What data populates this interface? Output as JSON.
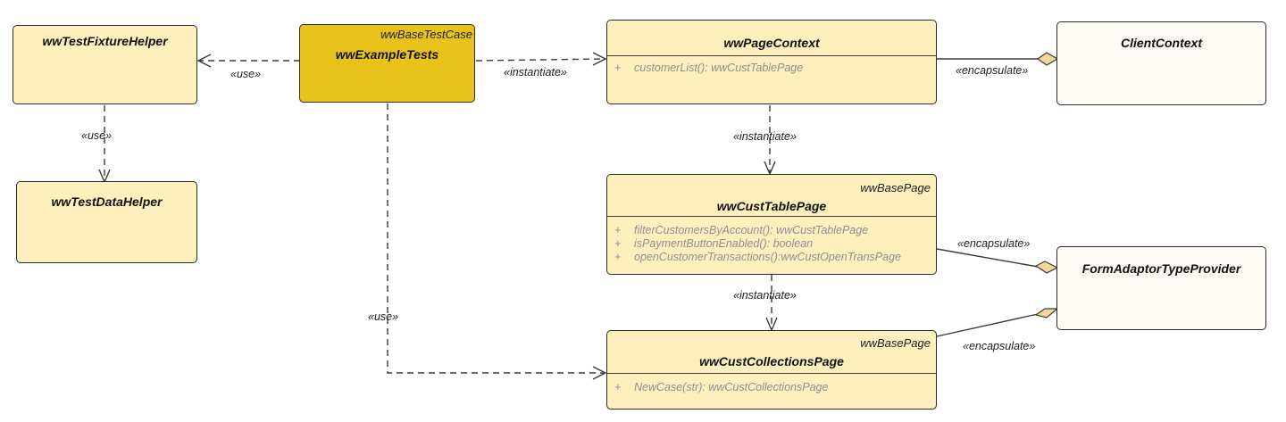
{
  "classes": {
    "fixture_helper": {
      "name": "wwTestFixtureHelper"
    },
    "data_helper": {
      "name": "wwTestDataHelper"
    },
    "example_tests": {
      "name": "wwExampleTests",
      "stereotype": "wwBaseTestCase"
    },
    "page_context": {
      "name": "wwPageContext",
      "ops": [
        {
          "vis": "+",
          "text": "customerList(): wwCustTablePage"
        }
      ]
    },
    "client_context": {
      "name": "ClientContext"
    },
    "cust_table_page": {
      "name": "wwCustTablePage",
      "stereotype": "wwBasePage",
      "ops": [
        {
          "vis": "+",
          "text": "filterCustomersByAccount(): wwCustTablePage"
        },
        {
          "vis": "+",
          "text": "isPaymentButtonEnabled(): boolean"
        },
        {
          "vis": "+",
          "text": "openCustomerTransactions():wwCustOpenTransPage"
        }
      ]
    },
    "form_adaptor": {
      "name": "FormAdaptorTypeProvider"
    },
    "cust_collections_page": {
      "name": "wwCustCollectionsPage",
      "stereotype": "wwBasePage",
      "ops": [
        {
          "vis": "+",
          "text": "NewCase(str): wwCustCollectionsPage"
        }
      ]
    }
  },
  "relations": {
    "tests_use_fixture": "«use»",
    "fixture_use_data": "«use»",
    "tests_instantiate_context": "«instantiate»",
    "context_encapsulate_client": "«encapsulate»",
    "context_instantiate_table": "«instantiate»",
    "table_encapsulate_adaptor": "«encapsulate»",
    "table_instantiate_collections": "«instantiate»",
    "collections_encapsulate_adaptor": "«encapsulate»",
    "tests_use_collections": "«use»"
  },
  "colors": {
    "class_fill": "#fdf0bd",
    "highlight_fill": "#e7c21a",
    "plain_fill": "#fdf9f5",
    "diamond_fill": "#f2d79a",
    "operation_text": "#8f8f8f"
  }
}
